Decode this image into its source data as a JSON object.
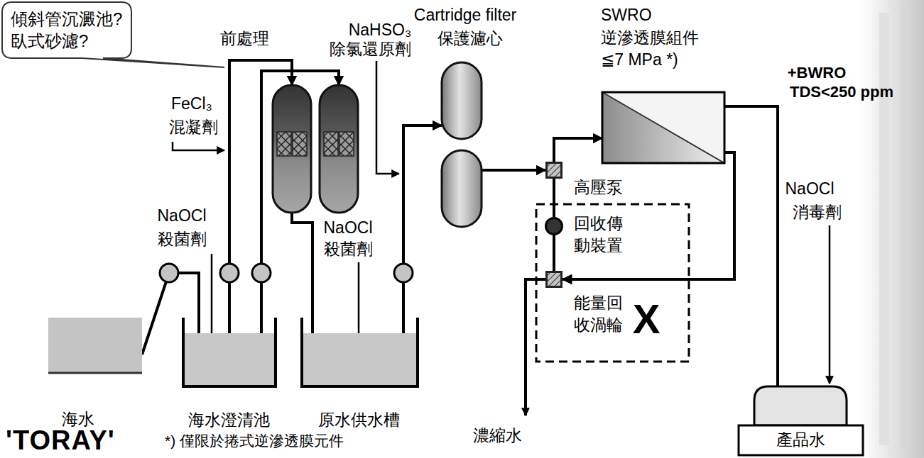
{
  "diagram": {
    "nodes": [
      {
        "text": [
          "傾斜管沉澱池? 臥式砂濾?"
        ]
      },
      {
        "text": [
          "海水"
        ]
      },
      {
        "text": [
          "海水澄清池"
        ]
      },
      {
        "text": [
          "前處理"
        ]
      },
      {
        "text": [
          "原水供水槽"
        ]
      },
      {
        "text": [
          "Cartridge filter",
          "保護濾心"
        ]
      },
      {
        "text": [
          "高壓泵"
        ]
      },
      {
        "text": [
          "回收傳動裝置"
        ]
      },
      {
        "text": [
          "能量回收渦輪"
        ]
      },
      {
        "text": [
          "SWRO",
          "逆滲透膜組件 ≦7 MPa *)"
        ]
      },
      {
        "text": [
          "產品水"
        ]
      }
    ],
    "edges": [
      {
        "from": 1,
        "to": 2,
        "arrow": "none"
      },
      {
        "from": 2,
        "to": 3,
        "arrow": "to"
      },
      {
        "from": 2,
        "to": 3,
        "arrow": "to"
      },
      {
        "from": 3,
        "to": 4,
        "arrow": "none"
      },
      {
        "from": 4,
        "to": 5,
        "arrow": "to"
      },
      {
        "from": 5,
        "to": 6,
        "arrow": "to"
      },
      {
        "from": 6,
        "to": 9,
        "arrow": "to"
      },
      {
        "from": 6,
        "to": 7,
        "arrow": "none"
      },
      {
        "from": 7,
        "to": 8,
        "arrow": "none"
      },
      {
        "from": 9,
        "to": 8,
        "arrow": "to"
      },
      {
        "from": 9,
        "to": 10,
        "arrow": "none"
      }
    ],
    "labels": [
      "FeCl₃",
      "混凝劑",
      "NaHSO₃",
      "除氯還原劑",
      "NaOCl",
      "殺菌劑",
      "NaOCl",
      "殺菌劑",
      "X",
      "濃縮水",
      "NaOCl",
      "消毒劑",
      "+BWRO",
      "TDS<250 ppm",
      "'TORAY'",
      "*) 僅限於捲式逆滲透膜元件"
    ]
  }
}
